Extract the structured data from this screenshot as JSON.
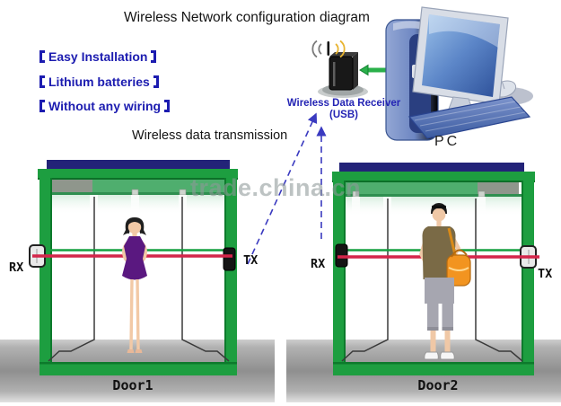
{
  "title": "Wireless Network configuration diagram",
  "features": {
    "bracket_open": "【",
    "bracket_close": "】",
    "items": [
      "Easy Installation",
      "Lithium batteries",
      "Without any wiring"
    ]
  },
  "transmission_label": "Wireless data transmission",
  "receiver": {
    "label": "Wireless Data Receiver",
    "sub_label": "(USB)"
  },
  "pc": {
    "label": "PC"
  },
  "watermark": "trade.china.cn",
  "doors": [
    {
      "name": "Door1",
      "left_sensor_label": "RX",
      "right_sensor_label": "TX"
    },
    {
      "name": "Door2",
      "left_sensor_label": "RX",
      "right_sensor_label": "TX"
    }
  ],
  "colors": {
    "feature_blue": "#1c1cb0",
    "receiver_blue": "#2424b4",
    "watermark_gray": "#8e9898",
    "text_dark": "#141414",
    "frame_green": "#1d9e40",
    "header_navy": "#232378",
    "beam_red": "#d4254a",
    "beam_green": "#16a040",
    "dashed_arrow_blue": "#3a3ac0",
    "connector_green": "#2ab04a",
    "ground_gray": "#8f8f8f"
  }
}
